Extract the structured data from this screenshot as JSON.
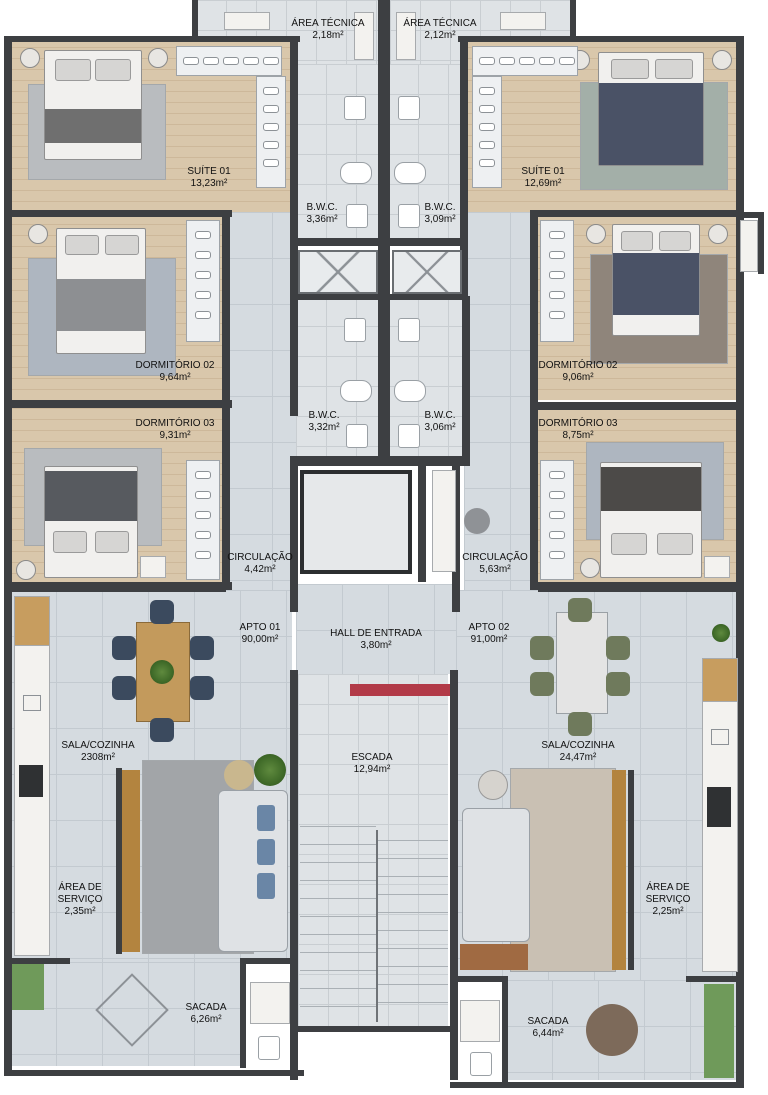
{
  "rooms": {
    "area_tecnica_1": {
      "name": "ÁREA TÉCNICA",
      "area": "2,18m²"
    },
    "area_tecnica_2": {
      "name": "ÁREA TÉCNICA",
      "area": "2,12m²"
    },
    "suite_01_left": {
      "name": "SUÍTE 01",
      "area": "13,23m²"
    },
    "suite_01_right": {
      "name": "SUÍTE 01",
      "area": "12,69m²"
    },
    "bwc_1": {
      "name": "B.W.C.",
      "area": "3,36m²"
    },
    "bwc_2": {
      "name": "B.W.C.",
      "area": "3,09m²"
    },
    "bwc_3": {
      "name": "B.W.C.",
      "area": "3,32m²"
    },
    "bwc_4": {
      "name": "B.W.C.",
      "area": "3,06m²"
    },
    "dormitorio_02_left": {
      "name": "DORMITÓRIO 02",
      "area": "9,64m²"
    },
    "dormitorio_02_right": {
      "name": "DORMITÓRIO 02",
      "area": "9,06m²"
    },
    "dormitorio_03_left": {
      "name": "DORMITÓRIO 03",
      "area": "9,31m²"
    },
    "dormitorio_03_right": {
      "name": "DORMITÓRIO 03",
      "area": "8,75m²"
    },
    "circulacao_left": {
      "name": "CIRCULAÇÃO",
      "area": "4,42m²"
    },
    "circulacao_right": {
      "name": "CIRCULAÇÃO",
      "area": "5,63m²"
    },
    "apto_01": {
      "name": "APTO 01",
      "area": "90,00m²"
    },
    "apto_02": {
      "name": "APTO 02",
      "area": "91,00m²"
    },
    "hall": {
      "name": "HALL DE ENTRADA",
      "area": "3,80m²"
    },
    "sala_cozinha_left": {
      "name": "SALA/COZINHA",
      "area": "2308m²"
    },
    "sala_cozinha_right": {
      "name": "SALA/COZINHA",
      "area": "24,47m²"
    },
    "escada": {
      "name": "ESCADA",
      "area": "12,94m²"
    },
    "area_servico_left": {
      "name1": "ÁREA DE",
      "name2": "SERVIÇO",
      "area": "2,35m²"
    },
    "area_servico_right": {
      "name1": "ÁREA DE",
      "name2": "SERVIÇO",
      "area": "2,25m²"
    },
    "sacada_left": {
      "name": "SACADA",
      "area": "6,26m²"
    },
    "sacada_right": {
      "name": "SACADA",
      "area": "6,44m²"
    }
  },
  "colors": {
    "wall": "#3d3f42",
    "wood_floor": "#d9c7ab",
    "tile_floor": "#d5dbe0",
    "accent_red": "#b23a48"
  }
}
